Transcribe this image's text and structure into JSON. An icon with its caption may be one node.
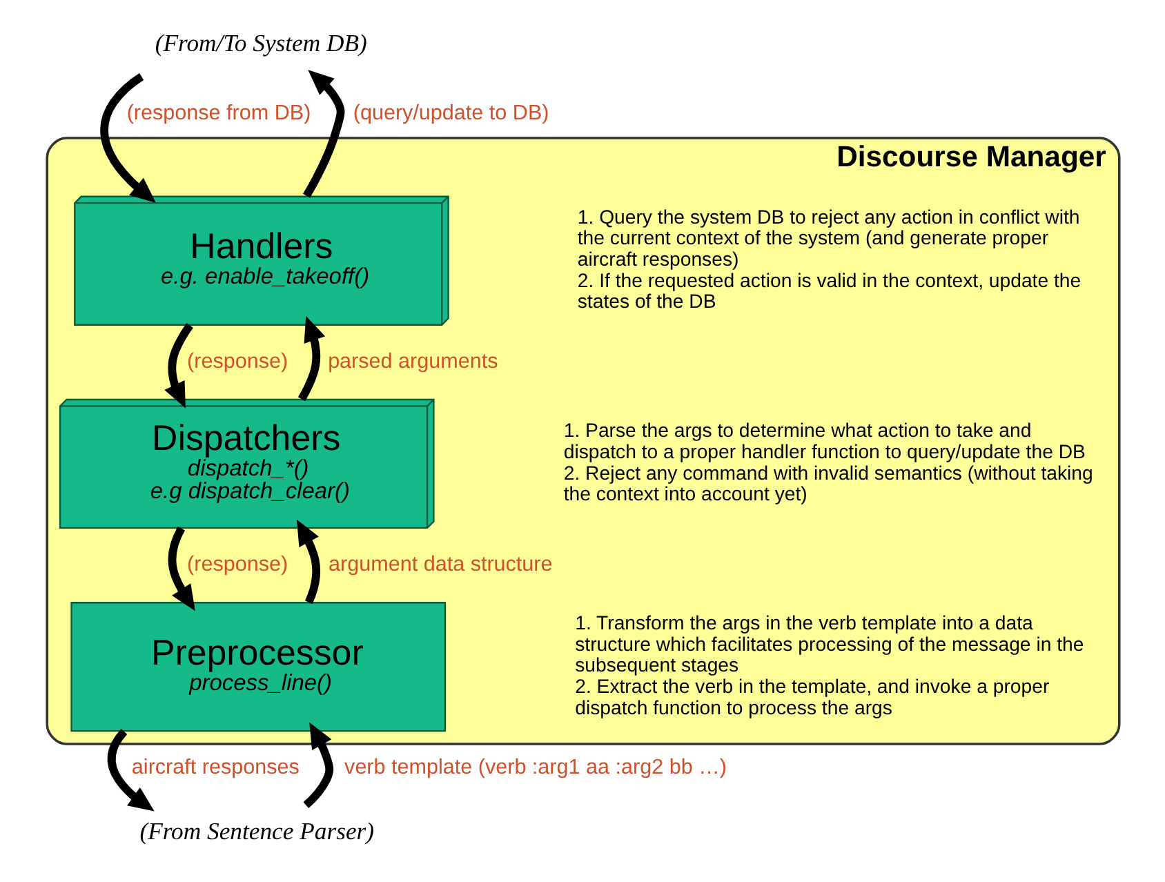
{
  "diagram": {
    "nodes": [
      {
        "text": [
          "Discourse Manager"
        ]
      },
      {
        "text": [
          "(From/To System DB)"
        ]
      },
      {
        "text": [
          "Handlers",
          "e.g. enable_takeoff()"
        ],
        "in": 0,
        "beside": [
          "1. Query the system DB to reject any action in conflict with the current context of the system (and generate proper aircraft responses)",
          "2. If the requested action is valid in the context, update the states of the DB"
        ]
      },
      {
        "text": [
          "Dispatchers",
          "dispatch_*()",
          "e.g dispatch_clear()"
        ],
        "in": 0,
        "beside": [
          "1. Parse the args to determine what action to take and dispatch to a proper handler function to query/update the DB",
          "2. Reject any command with invalid semantics (without taking the context into account yet)"
        ]
      },
      {
        "text": [
          "Preprocessor",
          "process_line()"
        ],
        "in": 0,
        "beside": [
          "1. Transform the args in the verb template into a data structure which facilitates processing of the message in the subsequent stages",
          "2. Extract the verb in the template, and invoke a proper dispatch function to process the args"
        ]
      },
      {
        "text": [
          "(From Sentence Parser)"
        ]
      }
    ],
    "edges": [
      {
        "from": 1,
        "to": 2,
        "arrow": "to",
        "label": "(response from DB)"
      },
      {
        "from": 2,
        "to": 1,
        "arrow": "to",
        "label": "(query/update to DB)"
      },
      {
        "from": 2,
        "to": 3,
        "arrow": "to",
        "label": "(response)"
      },
      {
        "from": 3,
        "to": 2,
        "arrow": "to",
        "label": "parsed arguments"
      },
      {
        "from": 3,
        "to": 4,
        "arrow": "to",
        "label": "(response)"
      },
      {
        "from": 4,
        "to": 3,
        "arrow": "to",
        "label": "argument data structure"
      },
      {
        "from": 4,
        "to": 5,
        "arrow": "to",
        "label": "aircraft responses"
      },
      {
        "from": 5,
        "to": 4,
        "arrow": "to",
        "label": "verb template (verb :arg1 aa :arg2 bb …)"
      }
    ]
  }
}
